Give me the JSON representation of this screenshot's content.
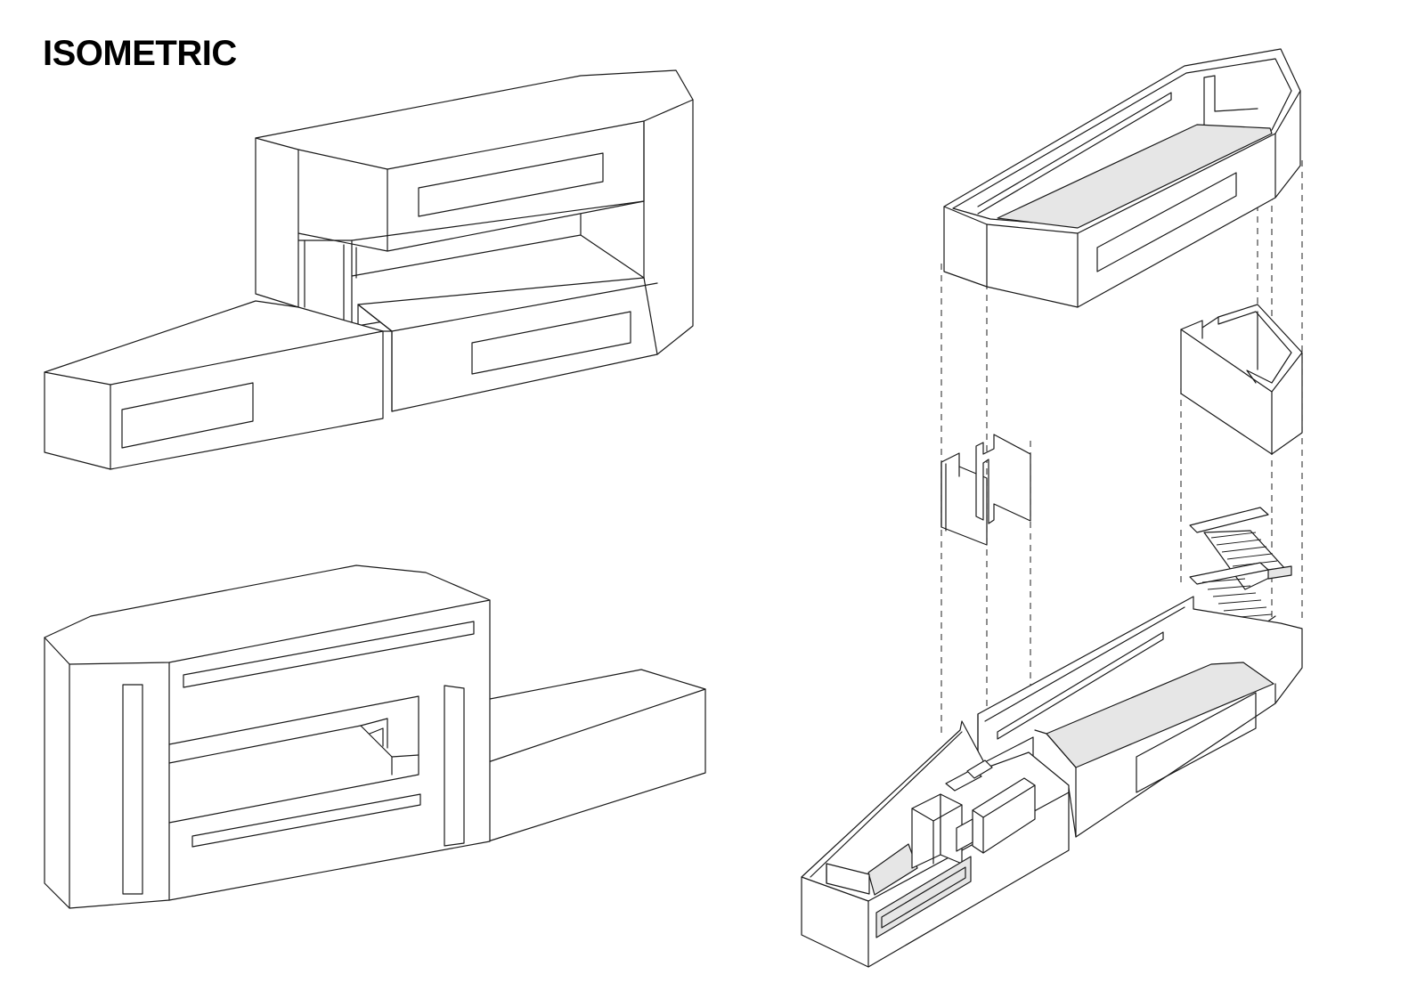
{
  "sheet": {
    "title": "ISOMETRIC"
  },
  "drawings": {
    "top_left": "isometric-view-front-upper",
    "bottom_left": "isometric-view-rear-lower",
    "right": "exploded-isometric-view"
  },
  "colors": {
    "line": "#1a1a1a",
    "floor_fill": "#e6e6e6",
    "background": "#ffffff"
  }
}
